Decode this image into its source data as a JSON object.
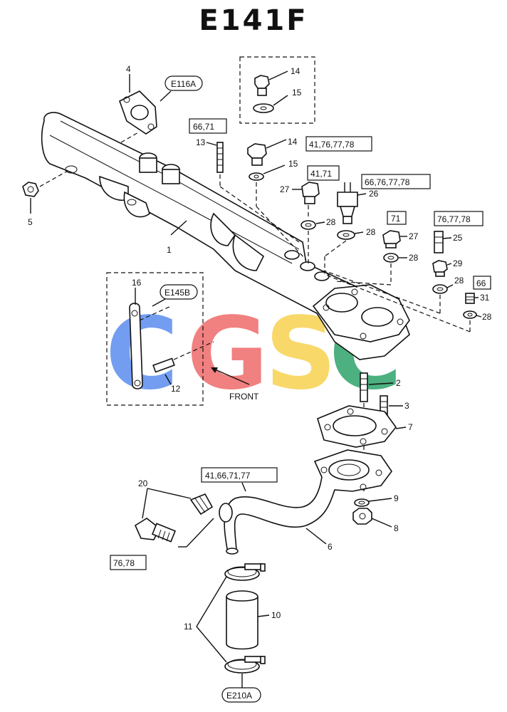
{
  "title": "E141F",
  "watermark": {
    "letters": [
      "C",
      "G",
      "S",
      "C"
    ],
    "colors": [
      "#5b8def",
      "#ef6a6a",
      "#f7d24f",
      "#2fa36b"
    ]
  },
  "ref_tags": {
    "e116a": "E116A",
    "e145b": "E145B",
    "e210a": "E210A"
  },
  "model_tags": {
    "m66_71": "66,71",
    "m41_76_77_78": "41,76,77,78",
    "m41_71": "41,71",
    "m66_76_77_78": "66,76,77,78",
    "m71": "71",
    "m76_77_78": "76,77,78",
    "m66": "66",
    "m41_66_71_77": "41,66,71,77",
    "m76_78": "76,78"
  },
  "part_numbers": {
    "p1": "1",
    "p2": "2",
    "p3": "3",
    "p4": "4",
    "p5": "5",
    "p6": "6",
    "p7": "7",
    "p8": "8",
    "p9": "9",
    "p10": "10",
    "p11": "11",
    "p12": "12",
    "p13": "13",
    "p14a": "14",
    "p14b": "14",
    "p15a": "15",
    "p15b": "15",
    "p16": "16",
    "p20": "20",
    "p25": "25",
    "p26": "26",
    "p27a": "27",
    "p27b": "27",
    "p28a": "28",
    "p28b": "28",
    "p28c": "28",
    "p28d": "28",
    "p28e": "28",
    "p29": "29",
    "p31": "31"
  },
  "front_label": "FRONT"
}
